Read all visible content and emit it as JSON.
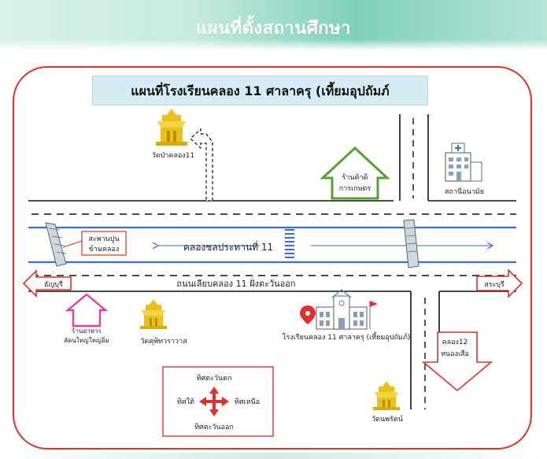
{
  "header": {
    "title": "แผนที่ตั้งสถานศึกษา"
  },
  "map": {
    "title": "แผนที่โรงเรียนคลอง 11 ศาลาครุ (เที้ยมอุปถัมภ์",
    "canal_label": "คลองชลประทานที่ 11",
    "road_label": "ถนนเลียบคลอง 11 ฝั่งตะวันออก",
    "places": {
      "temple_top": "วัดป่าคลอง11",
      "farm_shop": [
        "ร้านค้าดิ",
        "การเกษตร"
      ],
      "health_station": "สถานีอนามัย",
      "bridge": [
        "สะพานปูน",
        "ข้ามคลอง"
      ],
      "food_shop": [
        "ร้านอาหาร",
        "ลัดนใหญ่ใหญ่อิ่ม"
      ],
      "temple_left": "วัดคุพิทวราวาส",
      "school": "โรงเรียนคลอง 11 ศาลาครุ (เที้ยมอุปถัมภ์)",
      "temple_bottom": "วัดนพรัตน์"
    },
    "directions": {
      "left": "ธัญบุรี",
      "right": "สระบุรี",
      "down": [
        "คลอง12",
        "หนองเสือ"
      ]
    },
    "compass": {
      "north_label": "ทิศตะวันตก",
      "south_label": "ทิศตะวันออก",
      "west_label": "ทิศใต้",
      "east_label": "ทิศเหนือ"
    },
    "colors": {
      "frame": "#e0312f",
      "canal": "#3a6ec9",
      "farm_shop": "#58a030",
      "food_shop": "#e0409c",
      "temple": "#e8c21a",
      "location_pin": "#e0312f"
    }
  }
}
